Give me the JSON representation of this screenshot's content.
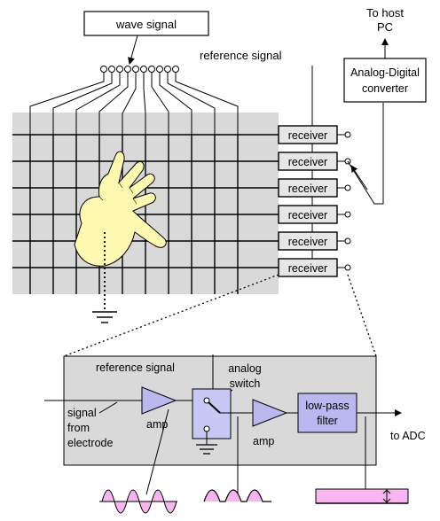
{
  "labels": {
    "wave_signal": "wave signal",
    "reference_signal_top": "reference signal",
    "to_host_line1": "To host",
    "to_host_line2": "PC",
    "adc_line1": "Analog-Digital",
    "adc_line2": "converter",
    "receiver": "receiver",
    "reference_signal_inner": "reference signal",
    "analog_switch_line1": "analog",
    "analog_switch_line2": "switch",
    "signal_line1": "signal",
    "signal_line2": "from",
    "signal_line3": "electrode",
    "amp": "amp",
    "lowpass_line1": "low-pass",
    "lowpass_line2": "filter",
    "to_adc": "to ADC"
  },
  "colors": {
    "grid_bg": "#d9d9d9",
    "hand_fill": "#fff8b0",
    "amp_fill": "#b9b9f0",
    "switch_fill": "#c8c8f5",
    "filter_fill": "#b9b9f0",
    "detail_bg": "#d9d9d9",
    "wave_fill": "#f7b6f0"
  }
}
